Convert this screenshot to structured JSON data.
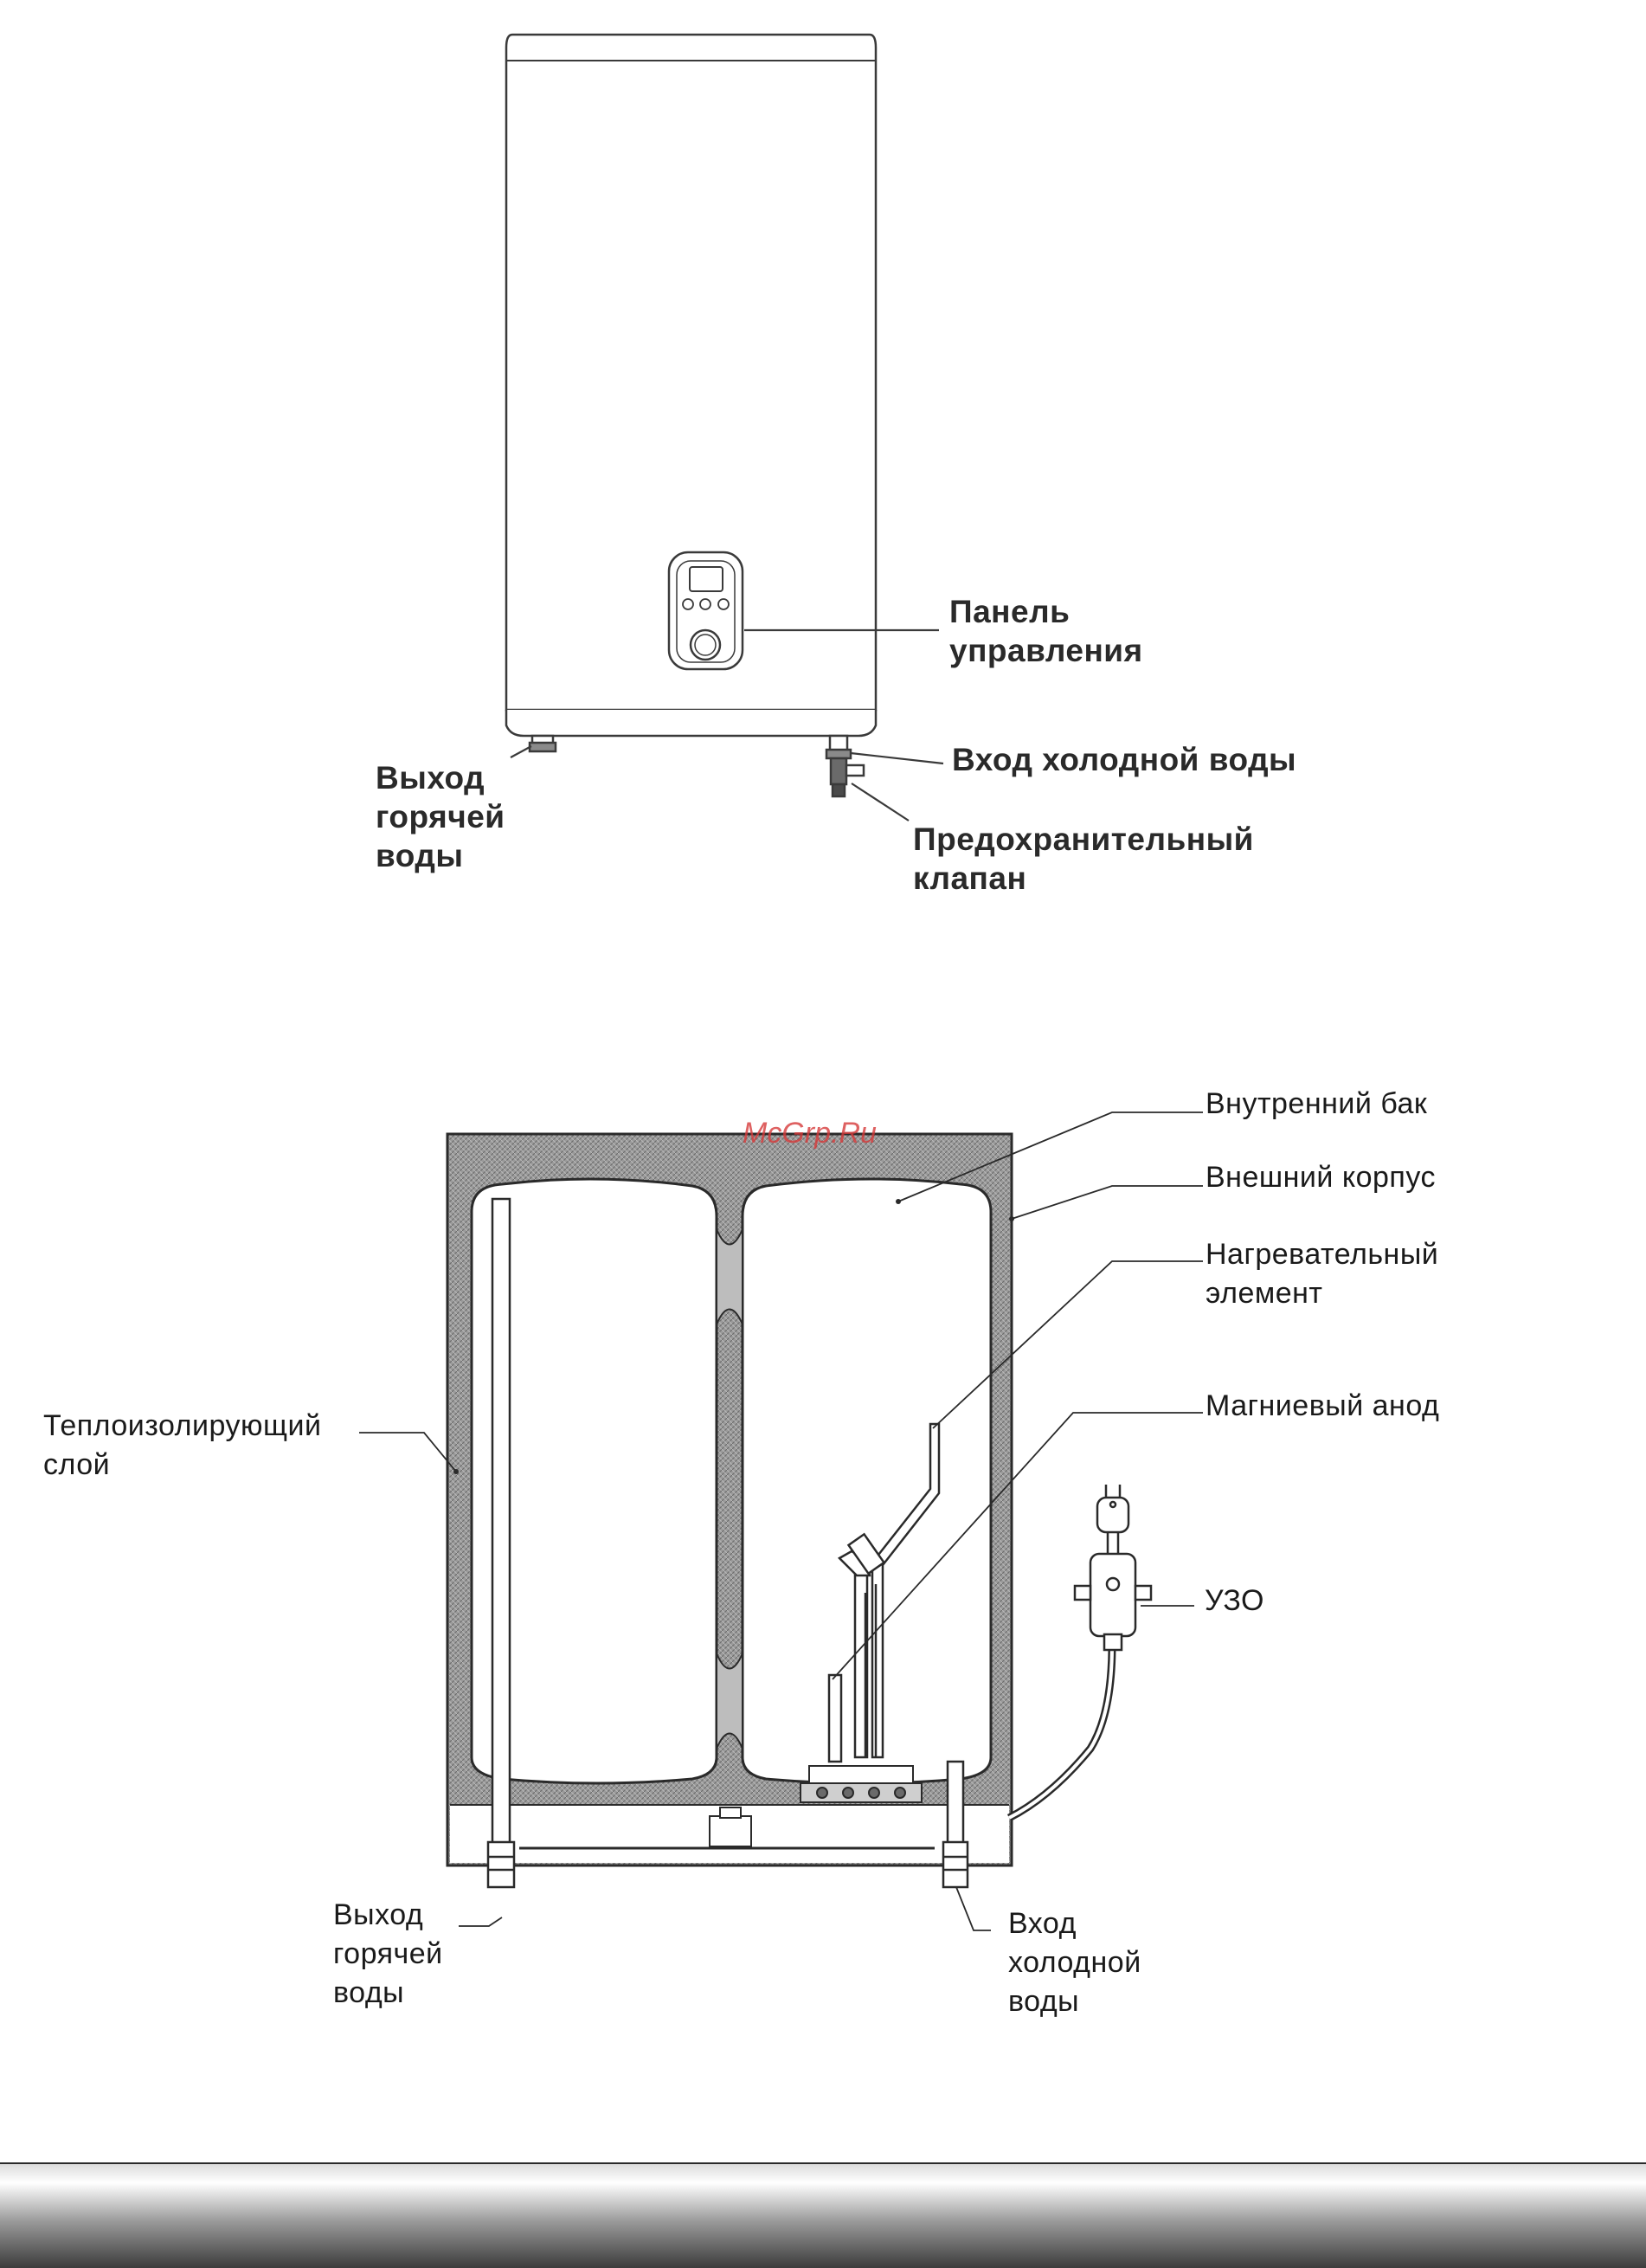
{
  "watermark": "McGrp.Ru",
  "top_diagram": {
    "labels": {
      "control_panel": "Панель\nуправления",
      "cold_inlet": "Вход холодной воды",
      "hot_outlet": "Выход\nгорячей\nводы",
      "safety_valve": "Предохранительный\nклапан"
    }
  },
  "section_diagram": {
    "labels": {
      "inner_tank": "Внутренний бак",
      "outer_case": "Внешний корпус",
      "heating_element": "Нагревательный\nэлемент",
      "magnesium_anode": "Магниевый анод",
      "insulation": "Теплоизолирующий\nслой",
      "rcd": "УЗО",
      "hot_outlet": "Выход\nгорячей\nводы",
      "cold_inlet": "Вход\nхолодной\nводы"
    }
  },
  "colors": {
    "line": "#2a2a2a",
    "insulation_fill": "#8f8f8f",
    "body_fill": "#ffffff",
    "watermark": "#d63a3a"
  }
}
